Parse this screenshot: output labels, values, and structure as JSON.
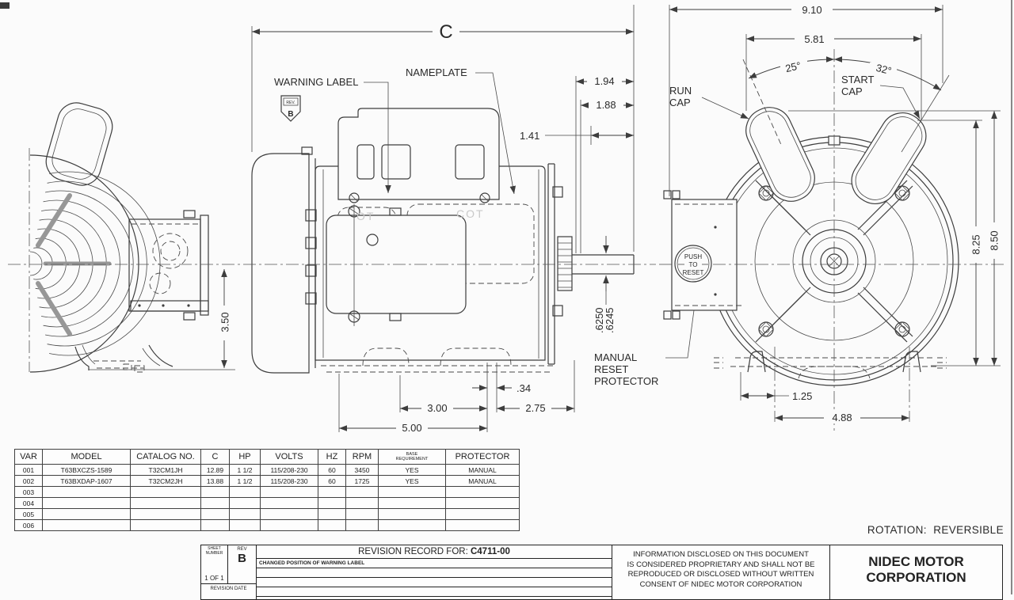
{
  "views": {
    "side": {
      "dim_c": "C",
      "warning_label": "WARNING LABEL",
      "rev_flag": {
        "top": "REV.",
        "letter": "B"
      },
      "nameplate": "NAMEPLATE",
      "dim_194": "1.94",
      "dim_188": "1.88",
      "dim_141": "1.41",
      "shaft_dia_upper": ".6250",
      "shaft_dia_lower": ".6245",
      "dim_034": ".34",
      "dim_300": "3.00",
      "dim_275": "2.75",
      "dim_500": "5.00",
      "manual_reset_lines": [
        "MANUAL",
        "RESET",
        "PROTECTOR"
      ],
      "ghost_marks": [
        "OT",
        "COT"
      ]
    },
    "fan_end": {
      "dim_350": "3.50"
    },
    "lead_end": {
      "dim_910": "9.10",
      "dim_581": "5.81",
      "angle_run": "25°",
      "angle_start": "32°",
      "run_cap_lines": [
        "RUN",
        "CAP"
      ],
      "start_cap_lines": [
        "START",
        "CAP"
      ],
      "push_to_reset_lines": [
        "PUSH",
        "TO",
        "RESET"
      ],
      "dim_825": "8.25",
      "dim_850": "8.50",
      "dim_125": "1.25",
      "dim_488": "4.88"
    }
  },
  "rotation_note": "ROTATION:  REVERSIBLE",
  "variant_table": {
    "headers": [
      "VAR",
      "MODEL",
      "CATALOG NO.",
      "C",
      "HP",
      "VOLTS",
      "HZ",
      "RPM",
      "BASE REQUIREMENT",
      "PROTECTOR"
    ],
    "header_base_lines": [
      "BASE",
      "REQUIREMENT"
    ],
    "rows": [
      [
        "001",
        "T63BXCZS-1589",
        "T32CM1JH",
        "12.89",
        "1 1/2",
        "115/208-230",
        "60",
        "3450",
        "YES",
        "MANUAL"
      ],
      [
        "002",
        "T63BXDAP-1607",
        "T32CM2JH",
        "13.88",
        "1 1/2",
        "115/208-230",
        "60",
        "1725",
        "YES",
        "MANUAL"
      ],
      [
        "003",
        "",
        "",
        "",
        "",
        "",
        "",
        "",
        "",
        ""
      ],
      [
        "004",
        "",
        "",
        "",
        "",
        "",
        "",
        "",
        "",
        ""
      ],
      [
        "005",
        "",
        "",
        "",
        "",
        "",
        "",
        "",
        "",
        ""
      ],
      [
        "006",
        "",
        "",
        "",
        "",
        "",
        "",
        "",
        "",
        ""
      ]
    ]
  },
  "title_block": {
    "sheet_label_lines": [
      "SHEET",
      "NUMBER"
    ],
    "sheet_value": "1 OF 1",
    "rev_label": "REV",
    "rev_value": "B",
    "record_title": "REVISION RECORD FOR:",
    "record_doc": "C4711-00",
    "change_note": "CHANGED POSITION OF WARNING LABEL",
    "revision_date_label": "REVISION DATE",
    "proprietary_lines": [
      "INFORMATION DISCLOSED ON THIS DOCUMENT",
      "IS CONSIDERED PROPRIETARY AND SHALL NOT BE",
      "REPRODUCED OR DISCLOSED WITHOUT WRITTEN",
      "CONSENT OF NIDEC MOTOR CORPORATION"
    ],
    "company_lines": [
      "NIDEC MOTOR",
      "CORPORATION"
    ]
  }
}
